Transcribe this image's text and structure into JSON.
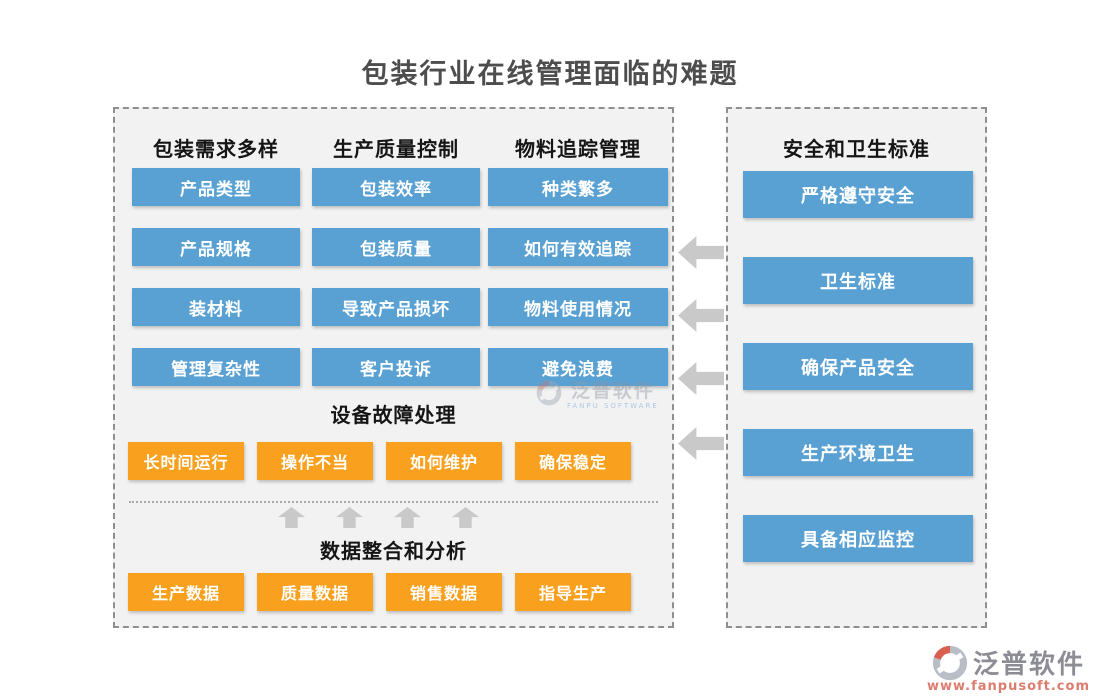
{
  "title": "包装行业在线管理面临的难题",
  "colors": {
    "blue_button": "#5aa1d3",
    "orange_button": "#f9a11e",
    "panel_background": "#f2f2f2",
    "dashed_border": "#8f8f8f",
    "arrow_gray": "#c9c9c9",
    "title_text": "#4d4d4d",
    "logo_red": "#d9604f",
    "logo_gray": "#b9bec6"
  },
  "left_panel": {
    "columns": [
      {
        "header": "包装需求多样",
        "items": [
          "产品类型",
          "产品规格",
          "装材料",
          "管理复杂性"
        ]
      },
      {
        "header": "生产质量控制",
        "items": [
          "包装效率",
          "包装质量",
          "导致产品损坏",
          "客户投诉"
        ]
      },
      {
        "header": "物料追踪管理",
        "items": [
          "种类繁多",
          "如何有效追踪",
          "物料使用情况",
          "避免浪费"
        ]
      }
    ],
    "equipment_section": {
      "header": "设备故障处理",
      "items": [
        "长时间运行",
        "操作不当",
        "如何维护",
        "确保稳定"
      ]
    },
    "data_section": {
      "header": "数据整合和分析",
      "items": [
        "生产数据",
        "质量数据",
        "销售数据",
        "指导生产"
      ]
    }
  },
  "right_panel": {
    "header": "安全和卫生标准",
    "items": [
      "严格遵守安全",
      "卫生标准",
      "确保产品安全",
      "生产环境卫生",
      "具备相应监控"
    ]
  },
  "watermark": {
    "brand": "泛普软件",
    "subtitle": "FANPU SOFTWARE"
  },
  "footer_logo": {
    "brand": "泛普软件",
    "url": "www.fanpusoft.com"
  }
}
